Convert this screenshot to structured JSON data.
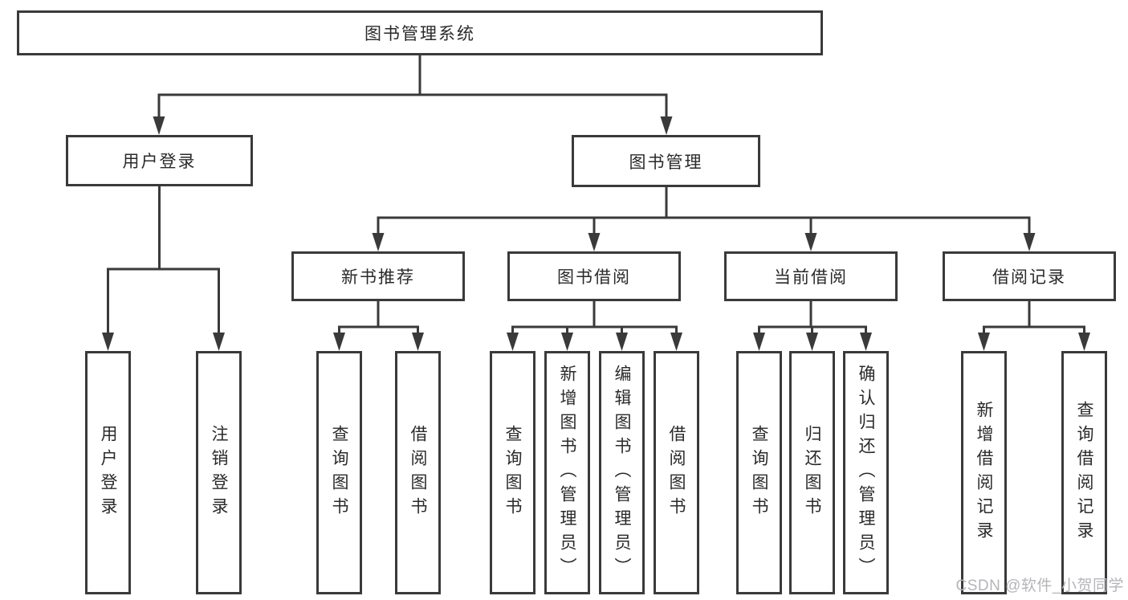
{
  "tree": {
    "label": "图书管理系统",
    "children": [
      {
        "label": "用户登录",
        "children": [
          {
            "label": "用户登录"
          },
          {
            "label": "注销登录"
          }
        ]
      },
      {
        "label": "图书管理",
        "children": [
          {
            "label": "新书推荐",
            "children": [
              {
                "label": "查询图书"
              },
              {
                "label": "借阅图书"
              }
            ]
          },
          {
            "label": "图书借阅",
            "children": [
              {
                "label": "查询图书"
              },
              {
                "label": "新增图书（管理员）"
              },
              {
                "label": "编辑图书（管理员）"
              },
              {
                "label": "借阅图书"
              }
            ]
          },
          {
            "label": "当前借阅",
            "children": [
              {
                "label": "查询图书"
              },
              {
                "label": "归还图书"
              },
              {
                "label": "确认归还（管理员）"
              }
            ]
          },
          {
            "label": "借阅记录",
            "children": [
              {
                "label": "新增借阅记录"
              },
              {
                "label": "查询借阅记录"
              }
            ]
          }
        ]
      }
    ]
  },
  "watermark": "CSDN @软件_小贺同学",
  "colors": {
    "line": "#3a3a3a",
    "text": "#2a2a2a",
    "background": "#ffffff",
    "watermark": "#b5b5ba"
  }
}
